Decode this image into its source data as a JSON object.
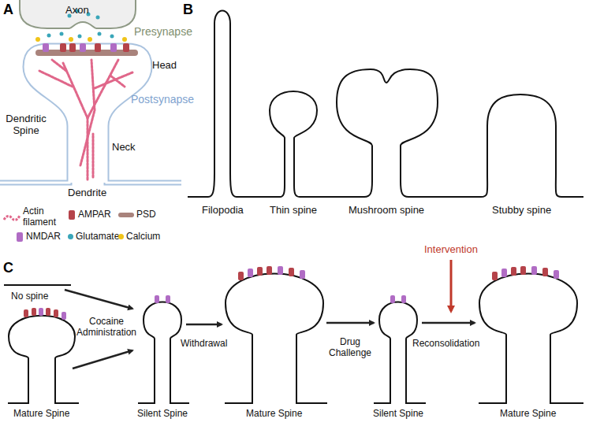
{
  "diagram": {
    "labels": [
      "A",
      "Axon",
      "Presynapse",
      "Head",
      "Postsynapse",
      "Dendritic Spine",
      "Neck",
      "Dendrite",
      "B",
      "Filopodia",
      "Thin spine",
      "Mushroom spine",
      "Stubby spine",
      "C",
      "No spine",
      "Cocaine Administration",
      "Mature Spine",
      "Silent Spine",
      "Withdrawal",
      "Mature Spine",
      "Drug Challenge",
      "Silent Spine",
      "Intervention",
      "Reconsolidation",
      "Mature Spine"
    ],
    "legend": [
      {
        "text": "Actin filament"
      },
      {
        "text": "AMPAR"
      },
      {
        "text": "PSD",
        "color": "#a9837c"
      },
      {
        "text": "NMDAR"
      },
      {
        "text": "Glutamate",
        "color": "#3aa6b9"
      },
      {
        "text": "Calcium",
        "color": "#f0c419"
      }
    ]
  }
}
